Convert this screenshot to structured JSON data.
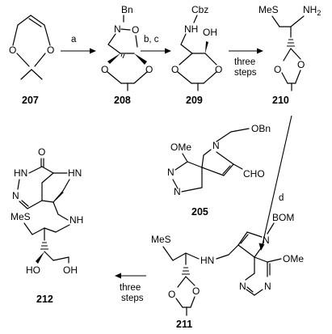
{
  "compounds": {
    "c207": {
      "label": "207"
    },
    "c208": {
      "label": "208",
      "atoms": {
        "bn": "Bn",
        "n": "N",
        "o": "O"
      }
    },
    "c209": {
      "label": "209",
      "atoms": {
        "cbz": "Cbz",
        "nh": "NH",
        "oh": "OH"
      }
    },
    "c210": {
      "label": "210",
      "atoms": {
        "mes": "MeS",
        "nh2": "NH",
        "sub2": "2"
      }
    },
    "c205": {
      "label": "205",
      "atoms": {
        "ome": "OMe",
        "obn": "OBn",
        "cho": "CHO",
        "n1": "N",
        "n2": "N",
        "n3": "N"
      }
    },
    "c211": {
      "label": "211",
      "atoms": {
        "mes": "MeS",
        "hn": "HN",
        "bom": "BOM",
        "ome": "OMe",
        "n1": "N",
        "n2": "N",
        "n3": "N"
      }
    },
    "c212": {
      "label": "212",
      "atoms": {
        "mes": "MeS",
        "nh": "NH",
        "o": "O",
        "hn1": "HN",
        "hn2": "HN",
        "n1": "N",
        "ho": "HO",
        "oh": "OH"
      }
    }
  },
  "ring_atoms": {
    "o": "O"
  },
  "conditions": {
    "a": "a",
    "bc": "b, c",
    "three_steps_1a": "three",
    "three_steps_1b": "steps",
    "d": "d",
    "three_steps_2a": "three",
    "three_steps_2b": "steps"
  }
}
